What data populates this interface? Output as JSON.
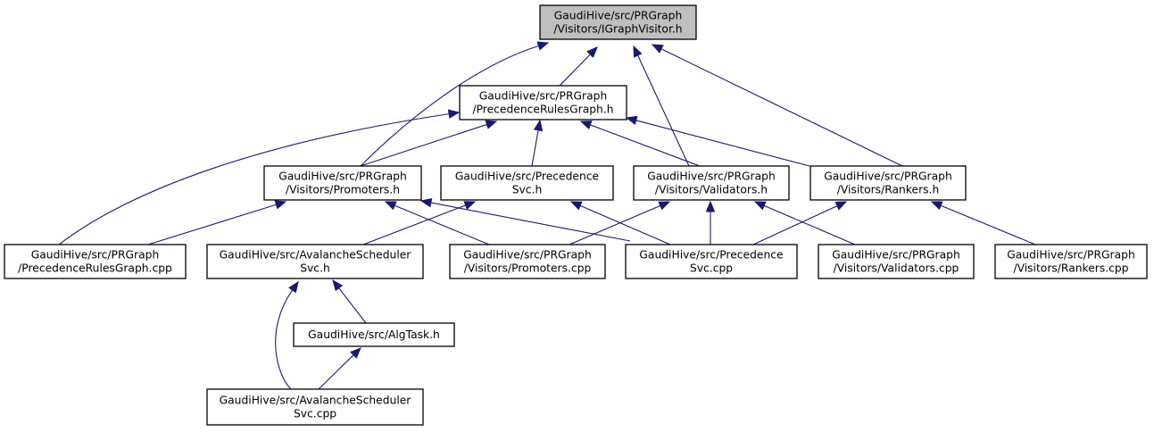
{
  "diagram": {
    "type": "include-dependency-graph",
    "colors": {
      "edge": "#191970",
      "root_fill": "#bfbfbf",
      "node_fill": "#ffffff",
      "border": "#000000"
    },
    "nodes": [
      {
        "id": "igraphvisitor",
        "lines": [
          "GaudiHive/src/PRGraph",
          "/Visitors/IGraphVisitor.h"
        ],
        "root": true
      },
      {
        "id": "precedencerulesgraph_h",
        "lines": [
          "GaudiHive/src/PRGraph",
          "/PrecedenceRulesGraph.h"
        ]
      },
      {
        "id": "promoters_h",
        "lines": [
          "GaudiHive/src/PRGraph",
          "/Visitors/Promoters.h"
        ]
      },
      {
        "id": "precedencesvc_h",
        "lines": [
          "GaudiHive/src/Precedence",
          "Svc.h"
        ]
      },
      {
        "id": "validators_h",
        "lines": [
          "GaudiHive/src/PRGraph",
          "/Visitors/Validators.h"
        ]
      },
      {
        "id": "rankers_h",
        "lines": [
          "GaudiHive/src/PRGraph",
          "/Visitors/Rankers.h"
        ]
      },
      {
        "id": "precedencerulesgraph_cpp",
        "lines": [
          "GaudiHive/src/PRGraph",
          "/PrecedenceRulesGraph.cpp"
        ]
      },
      {
        "id": "avalanchescheduler_h",
        "lines": [
          "GaudiHive/src/AvalancheScheduler",
          "Svc.h"
        ]
      },
      {
        "id": "promoters_cpp",
        "lines": [
          "GaudiHive/src/PRGraph",
          "/Visitors/Promoters.cpp"
        ]
      },
      {
        "id": "precedencesvc_cpp",
        "lines": [
          "GaudiHive/src/Precedence",
          "Svc.cpp"
        ]
      },
      {
        "id": "validators_cpp",
        "lines": [
          "GaudiHive/src/PRGraph",
          "/Visitors/Validators.cpp"
        ]
      },
      {
        "id": "rankers_cpp",
        "lines": [
          "GaudiHive/src/PRGraph",
          "/Visitors/Rankers.cpp"
        ]
      },
      {
        "id": "algtask_h",
        "lines": [
          "GaudiHive/src/AlgTask.h"
        ]
      },
      {
        "id": "avalanchescheduler_cpp",
        "lines": [
          "GaudiHive/src/AvalancheScheduler",
          "Svc.cpp"
        ]
      }
    ],
    "edges": [
      {
        "from": "precedencerulesgraph_h",
        "to": "igraphvisitor"
      },
      {
        "from": "promoters_h",
        "to": "igraphvisitor"
      },
      {
        "from": "validators_h",
        "to": "igraphvisitor"
      },
      {
        "from": "rankers_h",
        "to": "igraphvisitor"
      },
      {
        "from": "precedencerulesgraph_cpp",
        "to": "precedencerulesgraph_h"
      },
      {
        "from": "promoters_h",
        "to": "precedencerulesgraph_h"
      },
      {
        "from": "precedencesvc_h",
        "to": "precedencerulesgraph_h"
      },
      {
        "from": "validators_h",
        "to": "precedencerulesgraph_h"
      },
      {
        "from": "rankers_h",
        "to": "precedencerulesgraph_h"
      },
      {
        "from": "precedencerulesgraph_cpp",
        "to": "promoters_h"
      },
      {
        "from": "promoters_cpp",
        "to": "promoters_h"
      },
      {
        "from": "precedencesvc_cpp",
        "to": "promoters_h"
      },
      {
        "from": "avalanchescheduler_h",
        "to": "precedencesvc_h"
      },
      {
        "from": "precedencesvc_cpp",
        "to": "precedencesvc_h"
      },
      {
        "from": "promoters_cpp",
        "to": "validators_h"
      },
      {
        "from": "precedencesvc_cpp",
        "to": "validators_h"
      },
      {
        "from": "validators_cpp",
        "to": "validators_h"
      },
      {
        "from": "precedencesvc_cpp",
        "to": "rankers_h"
      },
      {
        "from": "rankers_cpp",
        "to": "rankers_h"
      },
      {
        "from": "algtask_h",
        "to": "avalanchescheduler_h"
      },
      {
        "from": "avalanchescheduler_cpp",
        "to": "avalanchescheduler_h"
      },
      {
        "from": "avalanchescheduler_cpp",
        "to": "algtask_h"
      }
    ]
  }
}
